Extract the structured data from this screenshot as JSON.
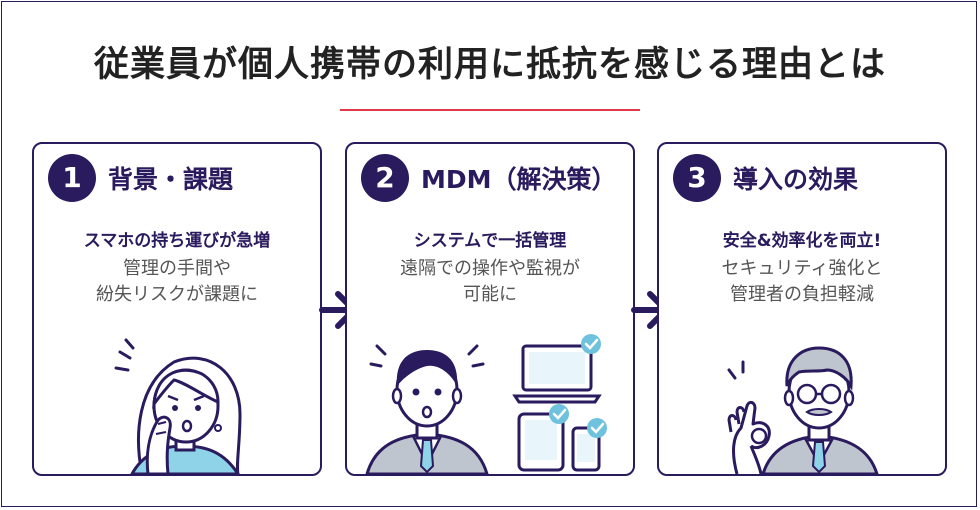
{
  "title": "従業員が個人携帯の利用に抵抗を感じる理由とは",
  "colors": {
    "navy": "#2a1a5e",
    "accent_red": "#e0394a",
    "light_blue": "#8fd3e8",
    "check_teal": "#6fc2dd"
  },
  "cards": [
    {
      "number": "1",
      "title": "背景・課題",
      "subtitle": "スマホの持ち運びが急増",
      "desc": [
        "管理の手間や",
        "紛失リスクが課題に"
      ]
    },
    {
      "number": "2",
      "title": "MDM（解決策）",
      "subtitle": "システムで一括管理",
      "desc": [
        "遠隔での操作や監視が",
        "可能に"
      ]
    },
    {
      "number": "3",
      "title": "導入の効果",
      "subtitle": "安全&効率化を両立!",
      "desc": [
        "セキュリティ強化と",
        "管理者の負担軽減"
      ]
    }
  ],
  "icons": [
    "arrow-right-icon",
    "worried-woman-illustration",
    "surprised-man-illustration",
    "laptop-icon",
    "tablet-icon",
    "smartphone-icon",
    "check-icon",
    "ok-gesture-elder-illustration"
  ]
}
